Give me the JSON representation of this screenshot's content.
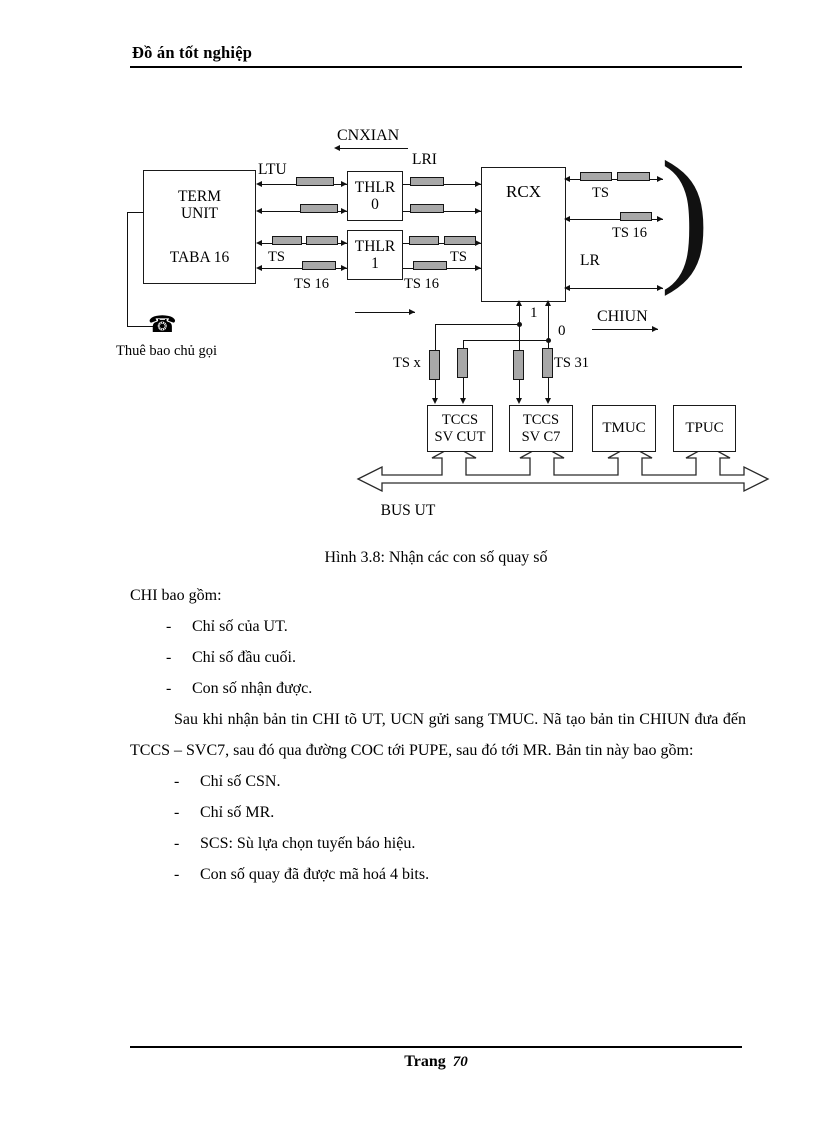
{
  "header": {
    "title": "Đồ án tốt nghiệp"
  },
  "figure": {
    "caption": "Hình 3.8: Nhận các con số quay số",
    "signals": {
      "cnxian": "CNXIAN",
      "chiun": "CHIUN",
      "ltu": "LTU",
      "lri": "LRI",
      "lr": "LR"
    },
    "boxes": {
      "term_unit_line1": "TERM",
      "term_unit_line2": "UNIT",
      "term_unit_line3": "TABA 16",
      "thlr0_line1": "THLR",
      "thlr0_line2": "0",
      "thlr1_line1": "THLR",
      "thlr1_line2": "1",
      "rcx": "RCX",
      "tccs_cut_line1": "TCCS",
      "tccs_cut_line2": "SV CUT",
      "tccs_c7_line1": "TCCS",
      "tccs_c7_line2": "SV C7",
      "tmuc": "TMUC",
      "tpuc": "TPUC"
    },
    "labels": {
      "ts_left": "TS",
      "ts16_left": "TS 16",
      "ts_mid": "TS",
      "ts16_mid": "TS 16",
      "ts_right": "TS",
      "ts16_right": "TS 16",
      "ts_x": "TS x",
      "ts_31": "TS 31",
      "bit_one": "1",
      "bit_zero": "0",
      "bus_ut": "BUS UT",
      "subscriber": "Thuê bao chủ gọi"
    },
    "icons": {
      "telephone": "☎"
    }
  },
  "content": {
    "intro": "CHI bao gồm:",
    "list1": [
      "Chỉ số của UT.",
      "Chỉ số đầu cuối.",
      "Con số nhận được."
    ],
    "paragraph": "Sau khi nhận bản tin CHI tõ UT, UCN gửi sang TMUC. Nã tạo bản tin CHIUN đưa đến TCCS – SVC7, sau đó qua đường COC tới PUPE, sau đó tới MR. Bản tin này bao gồm:",
    "list2": [
      "Chỉ số CSN.",
      "Chỉ số MR.",
      "SCS: Sù lựa chọn tuyến báo hiệu.",
      "Con số quay đã được mã hoá 4 bits."
    ],
    "bullet_dash": "-"
  },
  "footer": {
    "label": "Trang",
    "page_number": "70"
  }
}
